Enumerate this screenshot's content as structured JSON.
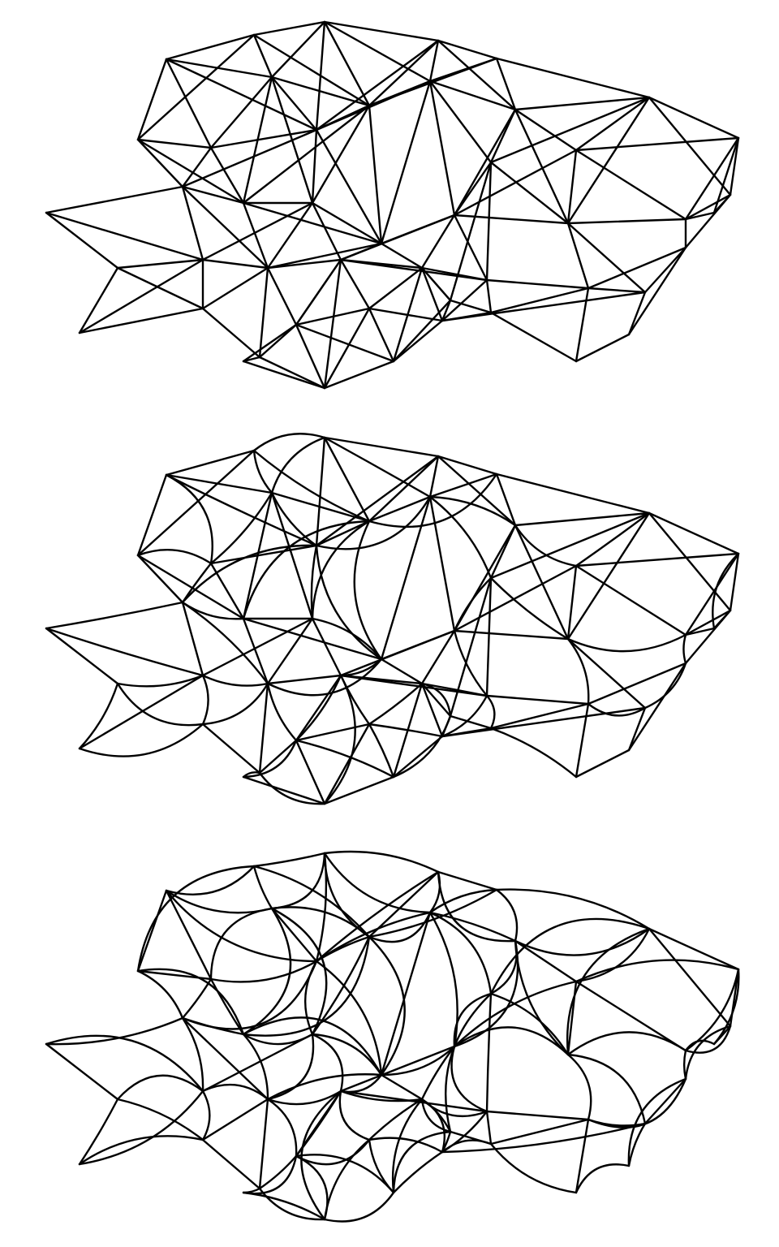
{
  "figure": {
    "description_free": true,
    "stroke_color": "#000000",
    "background_color": "#ffffff",
    "panels": [
      {
        "id": "panel-1",
        "edge_style": "straight",
        "curvature": 0.0
      },
      {
        "id": "panel-2",
        "edge_style": "mixed-curved",
        "curvature": 0.45
      },
      {
        "id": "panel-3",
        "edge_style": "mostly-curved",
        "curvature": 0.85
      }
    ]
  }
}
